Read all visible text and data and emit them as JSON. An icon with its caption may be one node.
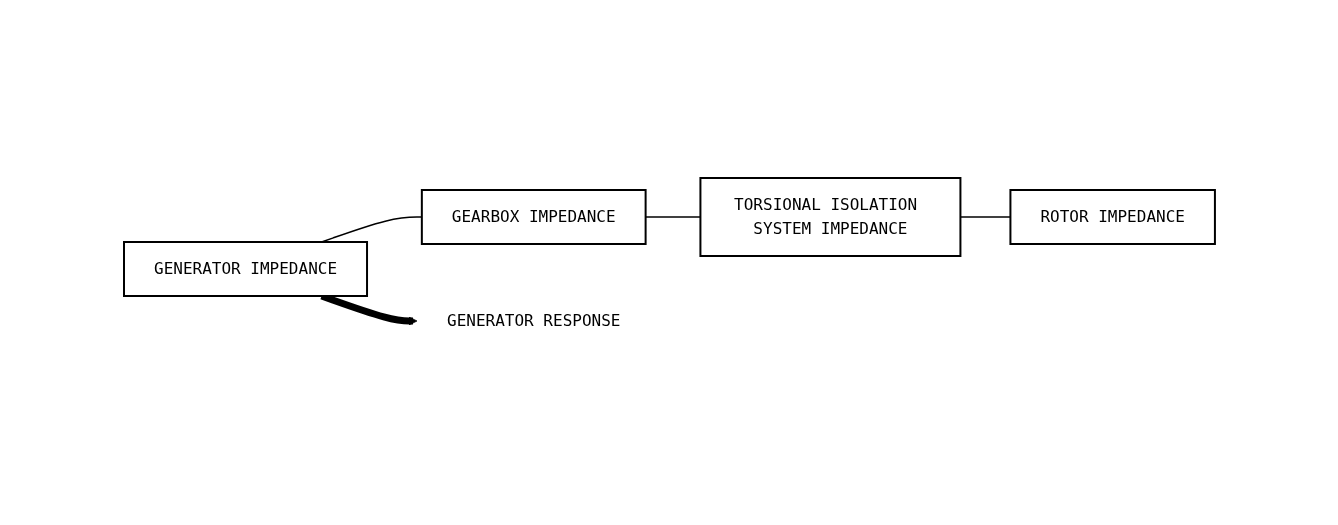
{
  "diagram": {
    "nodes": [
      {
        "text": [
          "GENERATOR IMPEDANCE"
        ]
      },
      {
        "text": [
          "GEARBOX IMPEDANCE"
        ]
      },
      {
        "text": [
          "TORSIONAL ISOLATION SYSTEM IMPEDANCE"
        ]
      },
      {
        "text": [
          "ROTOR IMPEDANCE"
        ]
      },
      {
        "text": [
          "GENERATOR RESPONSE"
        ]
      }
    ],
    "edges": [
      {
        "from": 0,
        "to": 1,
        "arrow": "none"
      },
      {
        "from": 1,
        "to": 2,
        "arrow": "none"
      },
      {
        "from": 2,
        "to": 3,
        "arrow": "none"
      },
      {
        "from": 0,
        "to": 4,
        "arrow": "to",
        "style": "thick"
      }
    ]
  }
}
